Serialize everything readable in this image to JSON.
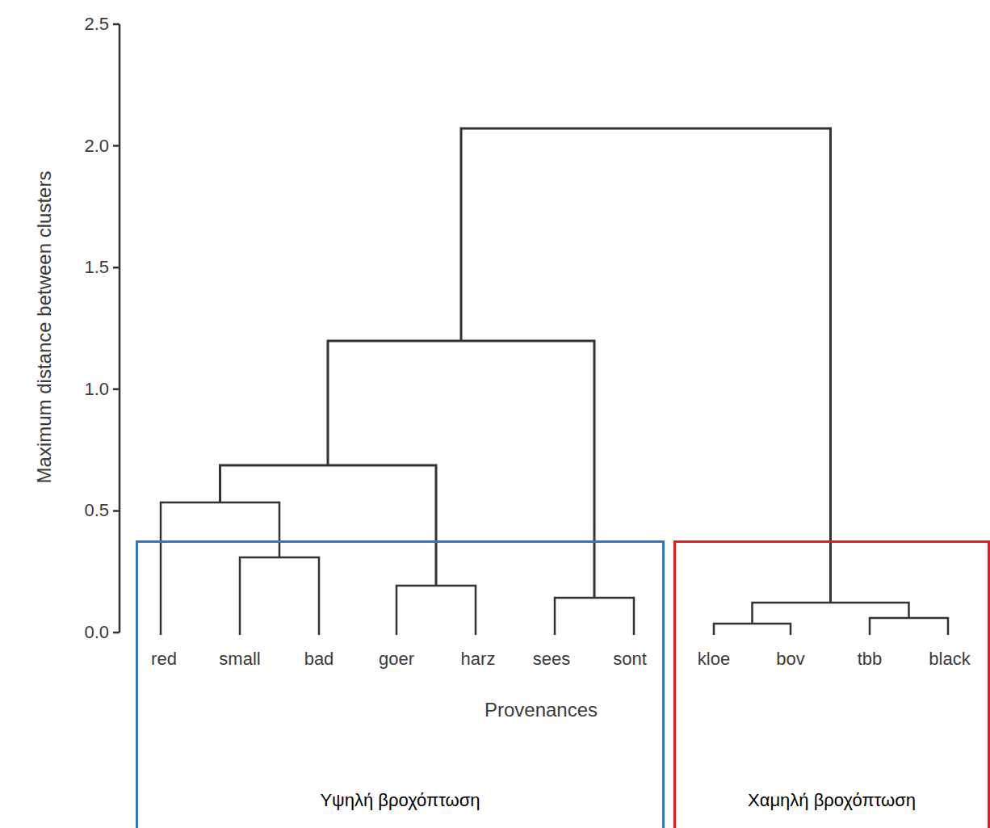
{
  "diagram": {
    "nodes": [
      {
        "text": [
          "Υψηλή βροχόπτωση"
        ]
      },
      {
        "text": [
          "Χαμηλή βροχόπτωση"
        ]
      }
    ],
    "labels": [
      "Maximum distance between clusters",
      "0.0",
      "0.5",
      "1.0",
      "1.5",
      "2.0",
      "2.5",
      "red",
      "small",
      "bad",
      "goer",
      "harz",
      "sees",
      "sont",
      "kloe",
      "bov",
      "tbb",
      "black",
      "Provenances"
    ]
  }
}
